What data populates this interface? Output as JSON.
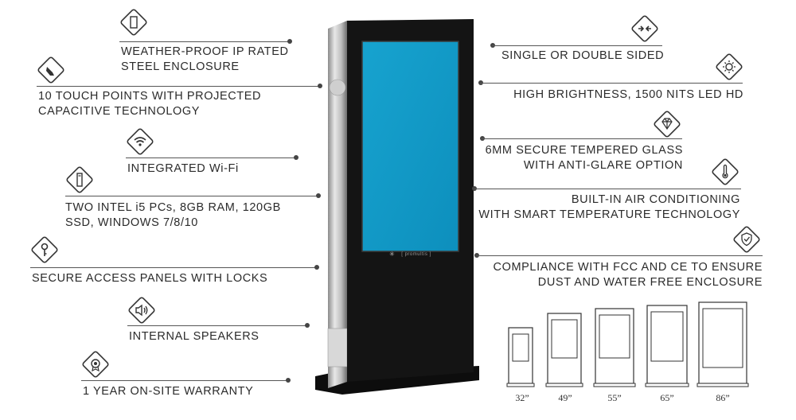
{
  "features_left": [
    {
      "line1": "WEATHER-PROOF IP RATED",
      "line2": "STEEL ENCLOSURE",
      "icon": "door-icon"
    },
    {
      "line1": "10 TOUCH POINTS WITH PROJECTED",
      "line2": "CAPACITIVE TECHNOLOGY",
      "icon": "touch-hand-icon"
    },
    {
      "line1": "INTEGRATED Wi-Fi",
      "line2": "",
      "icon": "wifi-icon"
    },
    {
      "line1": "TWO INTEL i5 PCs, 8GB RAM, 120GB",
      "line2": "SSD, WINDOWS 7/8/10",
      "icon": "pc-tower-icon"
    },
    {
      "line1": "SECURE ACCESS PANELS WITH LOCKS",
      "line2": "",
      "icon": "key-icon"
    },
    {
      "line1": "INTERNAL SPEAKERS",
      "line2": "",
      "icon": "speaker-icon"
    },
    {
      "line1": "1 YEAR ON-SITE WARRANTY",
      "line2": "",
      "icon": "warranty-badge-icon"
    }
  ],
  "features_right": [
    {
      "line1": "SINGLE OR DOUBLE SIDED",
      "line2": "",
      "icon": "arrows-inward-icon"
    },
    {
      "line1": "HIGH BRIGHTNESS, 1500 NITS LED HD",
      "line2": "",
      "icon": "brightness-icon"
    },
    {
      "line1": "6MM SECURE TEMPERED GLASS",
      "line2": "WITH ANTI-GLARE OPTION",
      "icon": "diamond-icon"
    },
    {
      "line1": "BUILT-IN AIR CONDITIONING",
      "line2": "WITH SMART TEMPERATURE TECHNOLOGY",
      "icon": "thermometer-icon"
    },
    {
      "line1": "COMPLIANCE WITH FCC AND CE TO ENSURE",
      "line2": "DUST AND WATER FREE ENCLOSURE",
      "icon": "shield-check-icon"
    }
  ],
  "kiosk": {
    "brand": "[ promultis ]"
  },
  "sizes": [
    "32”",
    "49”",
    "55”",
    "65”",
    "86”"
  ],
  "colors": {
    "screen": "#1aa6d0",
    "body": "#111111",
    "text": "#2b2b2b"
  }
}
